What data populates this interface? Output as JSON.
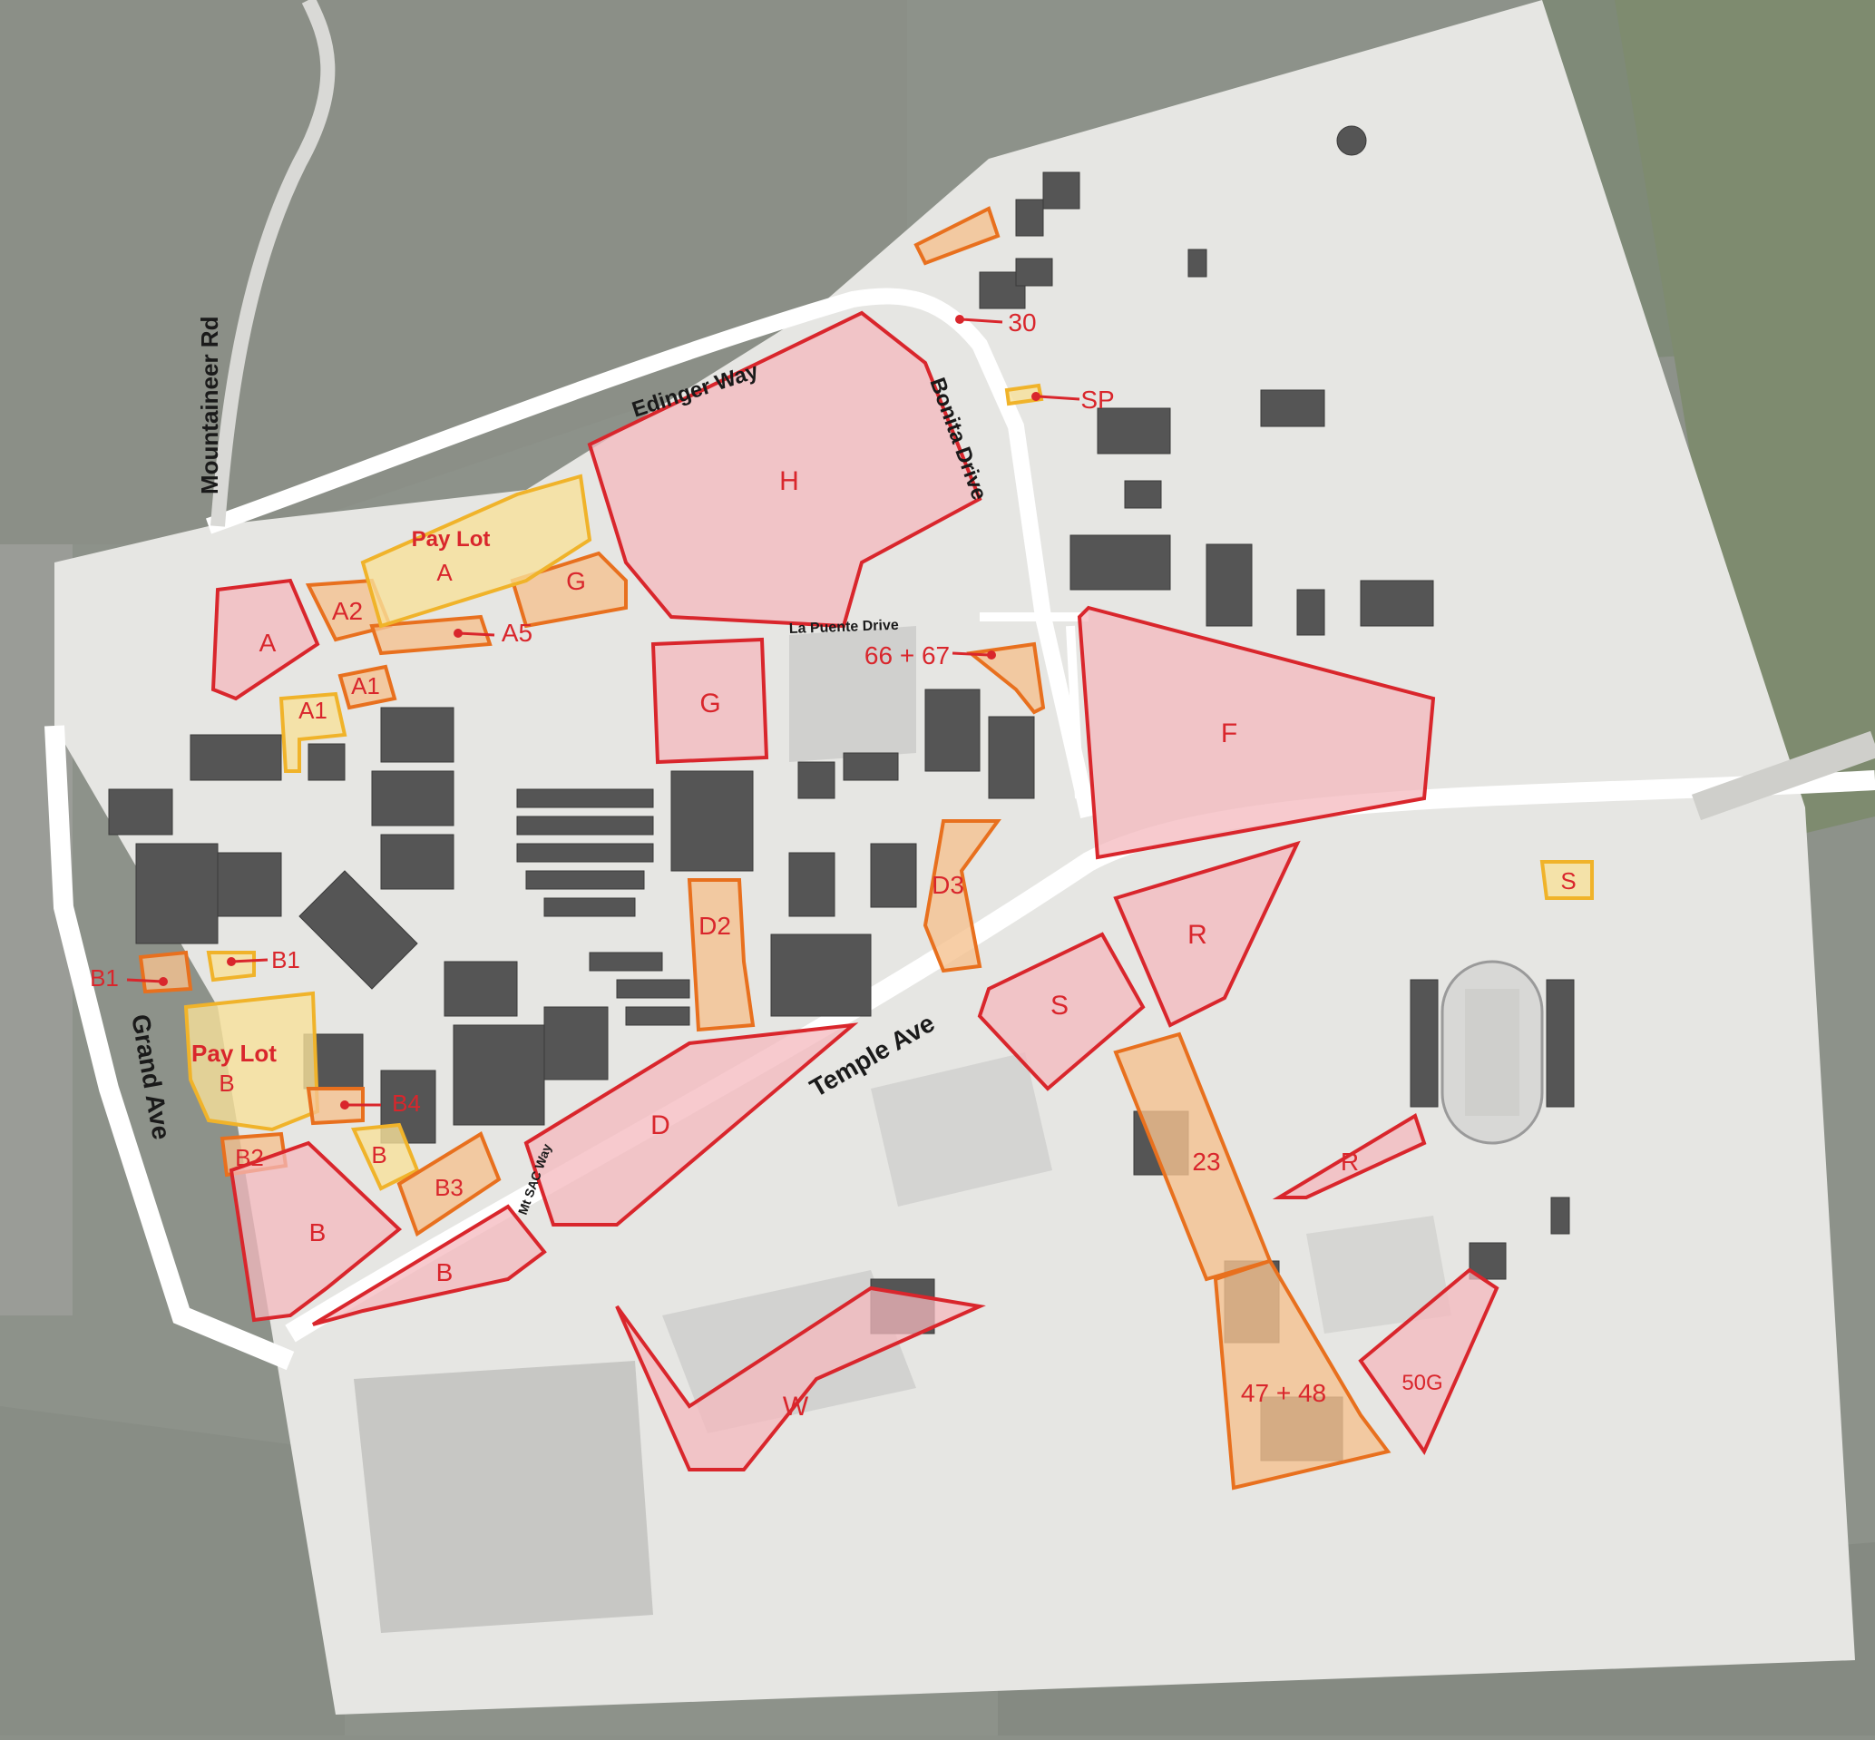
{
  "map": {
    "roads": {
      "mountaineer": "Mountaineer Rd",
      "edinger": "Edinger Way",
      "bonita": "Bonita Drive",
      "la_puente": "La Puente Drive",
      "temple": "Temple Ave",
      "grand": "Grand Ave",
      "mt_sac": "Mt SAC Way"
    },
    "lots": {
      "H": "H",
      "F": "F",
      "G_pink": "G",
      "G_orange": "G",
      "A_pink": "A",
      "A2": "A2",
      "A5": "A5",
      "A1_orange": "A1",
      "A1_yellow": "A1",
      "pay_lot_a_line1": "Pay Lot",
      "pay_lot_a_line2": "A",
      "pay_lot_b_line1": "Pay Lot",
      "pay_lot_b_line2": "B",
      "B1_left": "B1",
      "B1_right": "B1",
      "B4": "B4",
      "B2": "B2",
      "B_yellow": "B",
      "B3": "B3",
      "B_lower": "B",
      "B_south": "B",
      "D": "D",
      "D2": "D2",
      "D3": "D3",
      "S_pink": "S",
      "S_yellow": "S",
      "R_upper": "R",
      "R_lower": "R",
      "W": "W",
      "L23": "23",
      "L4748": "47 + 48",
      "L50G": "50G",
      "L6667": "66 + 67",
      "L30": "30",
      "SP": "SP"
    }
  }
}
